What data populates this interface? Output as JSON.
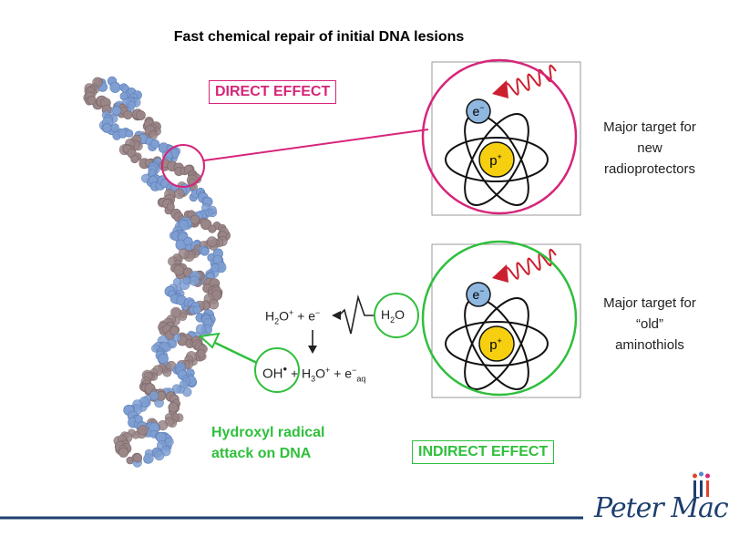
{
  "title": "Fast chemical repair of initial DNA lesions",
  "labels": {
    "direct_effect": "DIRECT EFFECT",
    "indirect_effect": "INDIRECT EFFECT",
    "hydroxyl_line1": "Hydroxyl radical",
    "hydroxyl_line2": "attack on DNA"
  },
  "targets": {
    "direct": [
      "Major target for",
      "new",
      "radioprotectors"
    ],
    "indirect": [
      "Major target for",
      "“old”",
      "aminothiols"
    ]
  },
  "atom": {
    "electron": "e",
    "electron_sup": "−",
    "proton": "p",
    "proton_sup": "+"
  },
  "chemistry": {
    "h2o": "H",
    "h2o_sub": "2",
    "h2o_tail": "O",
    "line1": {
      "a": "H",
      "a_sub": "2",
      "a_tail": "O",
      "a_sup": "+",
      "plus": " + e",
      "e_sup": "−"
    },
    "line2": {
      "oh": "OH",
      "dot": "•",
      "rest1": " + H",
      "rest1_sub": "3",
      "rest1_tail": "O",
      "rest1_sup": "+",
      "rest2": " + e",
      "rest2_sup": "−",
      "rest2_sub": "aq"
    }
  },
  "logo": "Peter Mac",
  "colors": {
    "magenta": "#d6257a",
    "green": "#2fbf3c",
    "red_wave": "#cc1f2e",
    "electron_blue": "#8fb8e0",
    "proton_yellow": "#f6d010",
    "dna_blue": "#7f9fd3",
    "dna_mauve": "#9a8587",
    "footer_navy": "#1e3f6e"
  }
}
